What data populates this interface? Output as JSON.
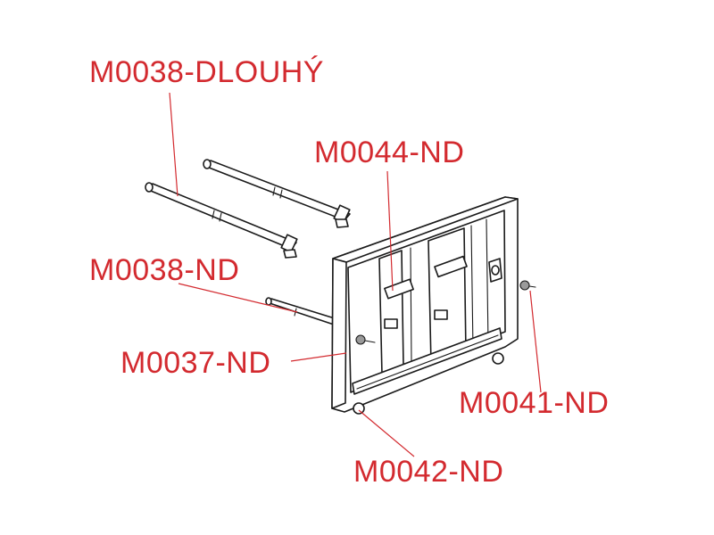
{
  "labels": {
    "m0038_dlouhy": "M0038-DLOUHÝ",
    "m0044_nd": "M0044-ND",
    "m0038_nd": "M0038-ND",
    "m0037_nd": "M0037-ND",
    "m0041_nd": "M0041-ND",
    "m0042_nd": "M0042-ND"
  },
  "colors": {
    "label_red": "#d32a2f",
    "line_black": "#1a1a1a",
    "background": "#ffffff"
  }
}
